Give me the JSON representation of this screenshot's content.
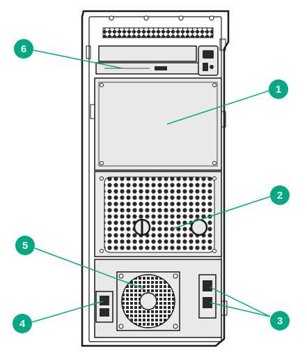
{
  "colors": {
    "callout_fill": "#00a982",
    "callout_text": "#ffffff",
    "leader_line": "#00a982",
    "chassis_outline": "#1a1a1a",
    "chassis_fill": "#ffffff",
    "panel_fill": "#e9e9e9",
    "vent_hole": "#2a2a2a"
  },
  "callouts": [
    {
      "id": "1",
      "label": "1"
    },
    {
      "id": "2",
      "label": "2"
    },
    {
      "id": "3",
      "label": "3"
    },
    {
      "id": "4",
      "label": "4"
    },
    {
      "id": "5",
      "label": "5"
    },
    {
      "id": "6",
      "label": "6"
    }
  ],
  "icons": {
    "chassis": "server-tower-rear-icon",
    "optical_drive": "optical-drive-icon",
    "drive_cage": "drive-bay-panel-icon",
    "vent_grille": "vent-grille-icon",
    "fan": "fan-icon",
    "psu": "power-supply-icon",
    "ports": "usb-port-icon"
  }
}
